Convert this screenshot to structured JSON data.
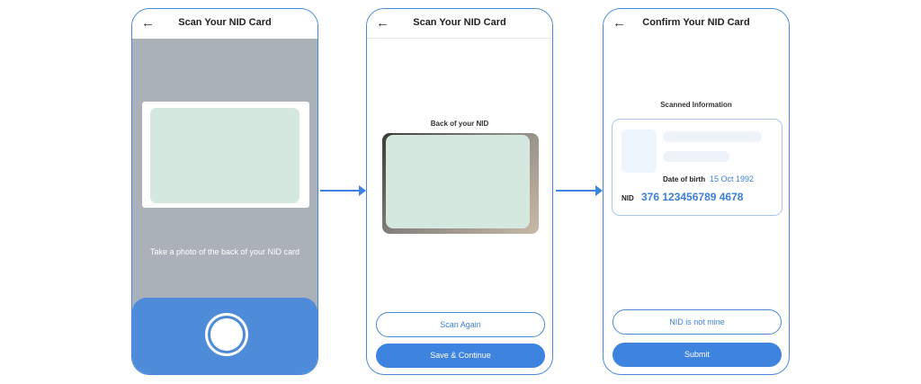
{
  "screen1": {
    "title": "Scan Your NID Card",
    "back_icon": "arrow-left-icon",
    "hint": "Take a photo of the back of your NID card"
  },
  "screen2": {
    "title": "Scan Your NID Card",
    "back_icon": "arrow-left-icon",
    "photo_label": "Back of your NID",
    "scan_again_label": "Scan Again",
    "save_continue_label": "Save & Continue"
  },
  "screen3": {
    "title": "Confirm Your NID Card",
    "back_icon": "arrow-left-icon",
    "section_label": "Scanned Information",
    "dob_label": "Date of birth",
    "dob_value": "15 Oct 1992",
    "nid_label": "NID",
    "nid_value": "376 123456789 4678",
    "not_mine_label": "NID is not mine",
    "submit_label": "Submit"
  },
  "colors": {
    "accent": "#3e83de",
    "card_placeholder": "#d4e8df",
    "camera_bg": "#abb1b9"
  }
}
